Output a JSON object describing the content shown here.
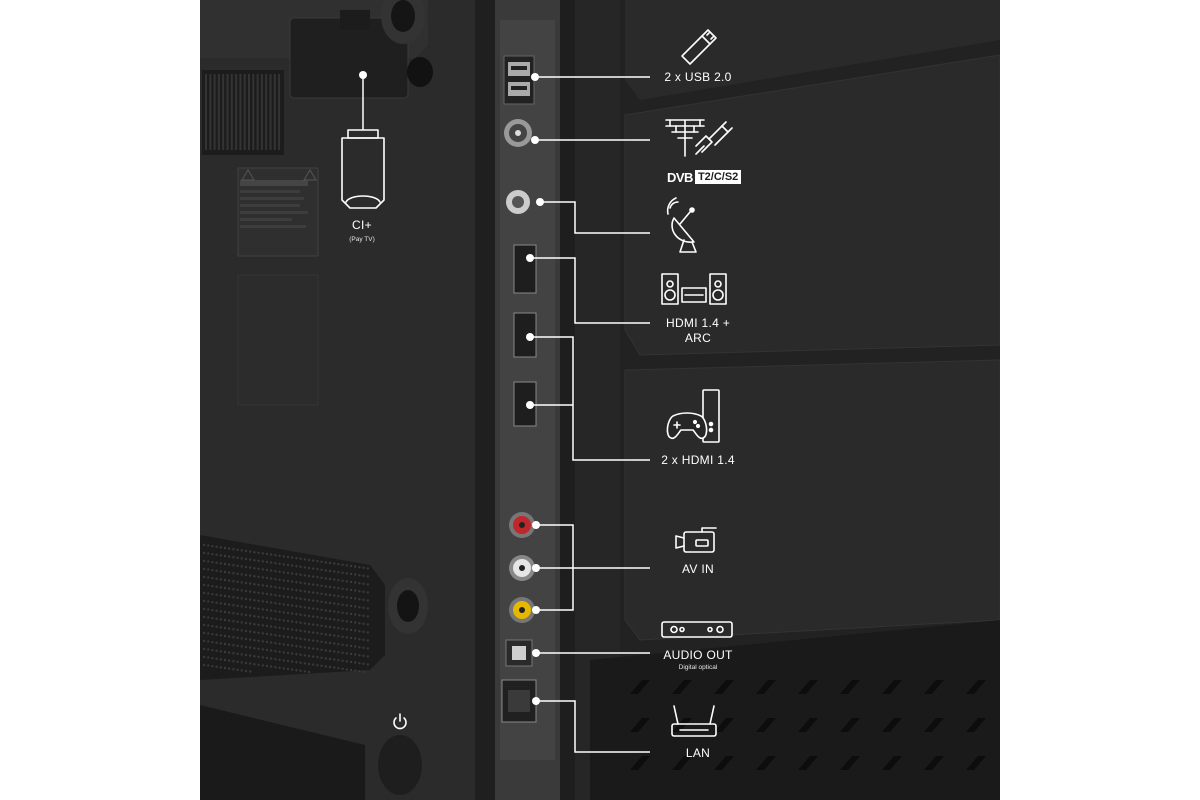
{
  "labels": {
    "usb": "2 x USB 2.0",
    "ci": "CI+",
    "ci_sub": "(Pay TV)",
    "hdmi_arc": "HDMI 1.4 +",
    "hdmi_arc_2": "ARC",
    "hdmi2": "2 x HDMI 1.4",
    "av": "AV IN",
    "audio": "AUDIO OUT",
    "audio_sub": "Digital optical",
    "lan": "LAN"
  },
  "dvb": {
    "prefix": "DVB",
    "box": "T2/C/S2"
  },
  "caution": {
    "title": "CAUTION"
  },
  "icons": [
    "usb-stick-icon",
    "antenna-icon",
    "cable-plug-icon",
    "satellite-dish-icon",
    "speakers-icon",
    "gamepad-icon",
    "camcorder-icon",
    "soundbar-icon",
    "router-icon",
    "ci-card-icon",
    "power-icon"
  ],
  "colors": {
    "background": "#262626",
    "panel": "#2e2e2e",
    "line": "#ffffff",
    "text": "#ffffff",
    "av_red": "#c0272d",
    "av_white": "#e6e6e6",
    "av_yellow": "#e6b800"
  }
}
